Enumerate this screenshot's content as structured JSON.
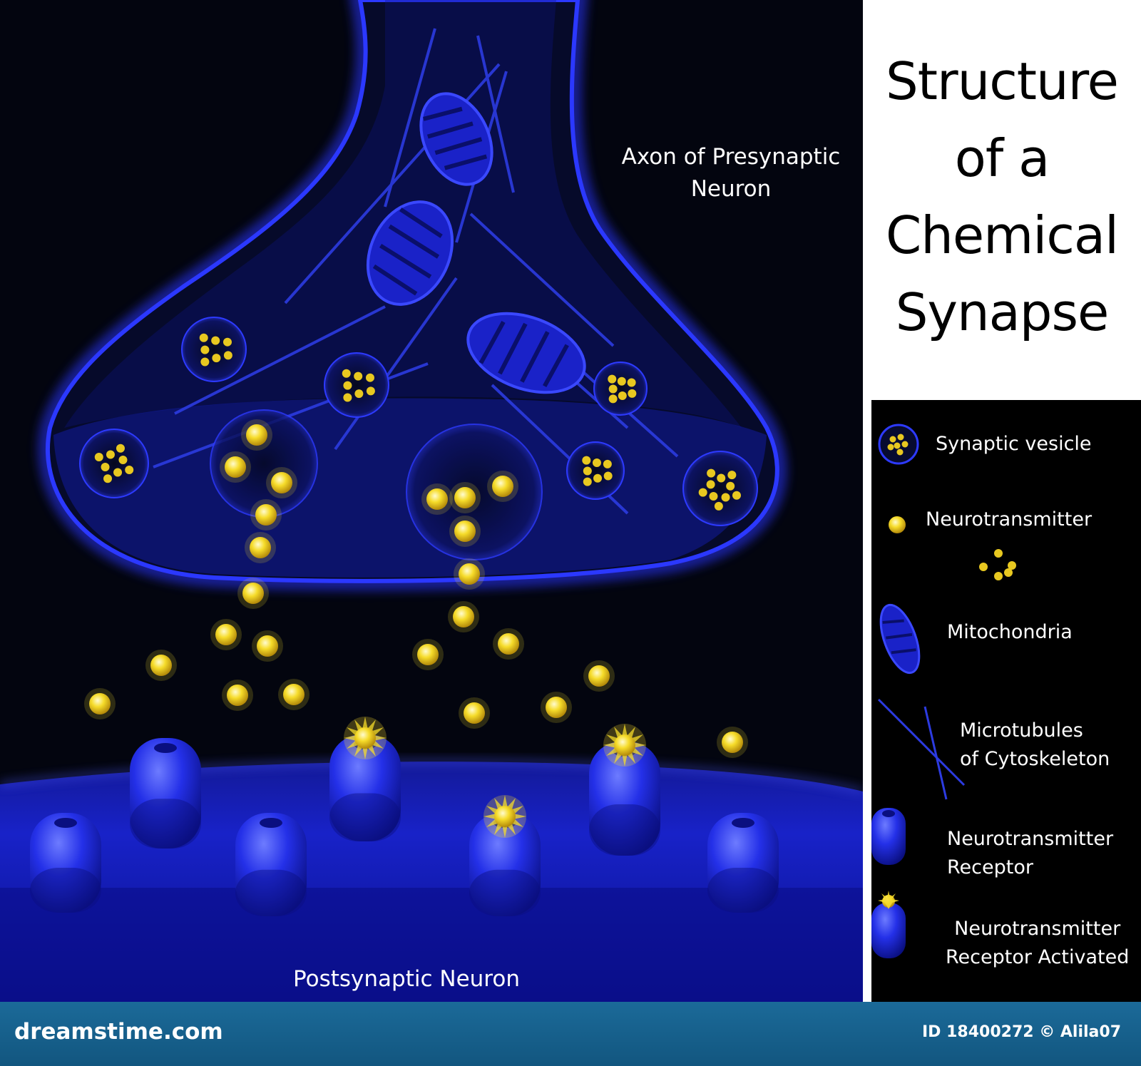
{
  "diagram": {
    "axon_label": "Axon of Presynaptic\nNeuron",
    "postsynaptic_label": "Postsynaptic Neuron"
  },
  "title": "Structure\nof a\nChemical\nSynapse",
  "legend": {
    "synaptic_vesicle": "Synaptic vesicle",
    "neurotransmitter": "Neurotransmitter",
    "mitochondria": "Mitochondria",
    "microtubules": "Microtubules\nof Cytoskeleton",
    "receptor": "Neurotransmitter\nReceptor",
    "receptor_activated": "Neurotransmitter\nReceptor Activated"
  },
  "footer": {
    "logo": "dreamstime.com",
    "image_id": "ID 18400272 © Alila07"
  },
  "colors": {
    "background": "#03050f",
    "neuron_blue": "#1a22e0",
    "neurotransmitter_yellow": "#f2d21a",
    "footer_blue": "#1b6a99"
  }
}
